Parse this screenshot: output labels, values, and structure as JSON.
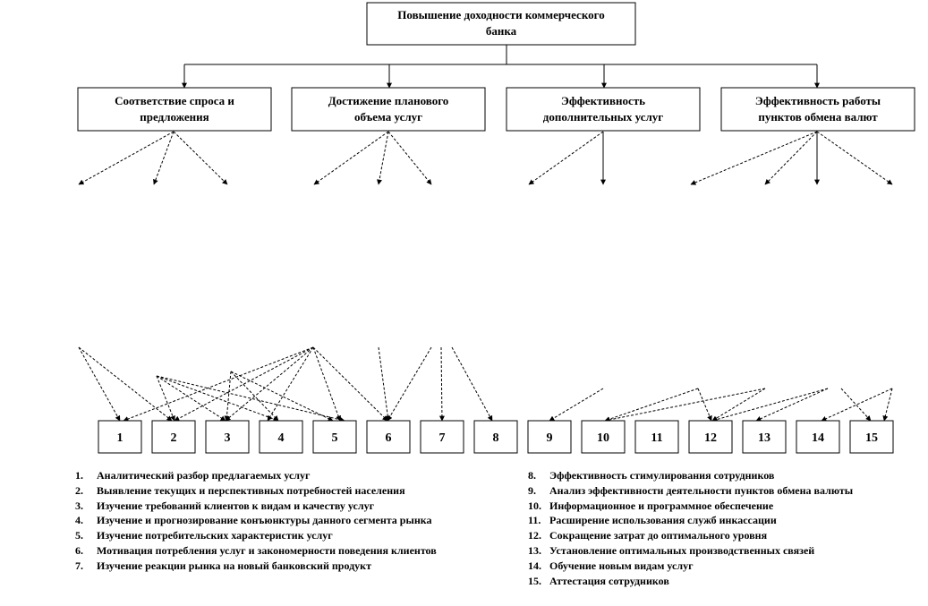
{
  "title": [
    "Повышение доходности коммерческого",
    "банка"
  ],
  "categories": [
    {
      "lines": [
        "Соответствие спроса и",
        "предложения"
      ]
    },
    {
      "lines": [
        "Достижение планового",
        "объема услуг"
      ]
    },
    {
      "lines": [
        "Эффективность",
        "дополнительных услуг"
      ]
    },
    {
      "lines": [
        "Эффективность работы",
        "пунктов обмена валют"
      ]
    }
  ],
  "numbers": [
    "1",
    "2",
    "3",
    "4",
    "5",
    "6",
    "7",
    "8",
    "9",
    "10",
    "11",
    "12",
    "13",
    "14",
    "15"
  ],
  "legend_left": [
    {
      "num": "1.",
      "text": "Аналитический разбор предлагаемых услуг"
    },
    {
      "num": "2.",
      "text": "Выявление текущих и перспективных  потребностей населения"
    },
    {
      "num": "3.",
      "text": "Изучение требований клиентов  к видам и качеству услуг"
    },
    {
      "num": "4.",
      "text": "Изучение и прогнозирование  конъюнктуры  данного сегмента рынка"
    },
    {
      "num": "5.",
      "text": "Изучение потребительских характеристик услуг"
    },
    {
      "num": "6.",
      "text": "Мотивация потребления услуг и закономерности поведения клиентов"
    },
    {
      "num": "7.",
      "text": "Изучение реакции рынка на новый банковский продукт"
    }
  ],
  "legend_right": [
    {
      "num": "8.",
      "text": "Эффективность стимулирования сотрудников"
    },
    {
      "num": "9.",
      "text": "Анализ эффективности деятельности пунктов обмена валюты"
    },
    {
      "num": "10.",
      "text": "Информационное  и программное обеспечение"
    },
    {
      "num": "11.",
      "text": "Расширение использования служб инкассации"
    },
    {
      "num": "12.",
      "text": "Сокращение затрат до оптимального уровня"
    },
    {
      "num": "13.",
      "text": "Установление оптимальных производственных связей"
    },
    {
      "num": "14.",
      "text": "Обучение новым видам услуг"
    },
    {
      "num": "15.",
      "text": "Аттестация сотрудников"
    }
  ]
}
